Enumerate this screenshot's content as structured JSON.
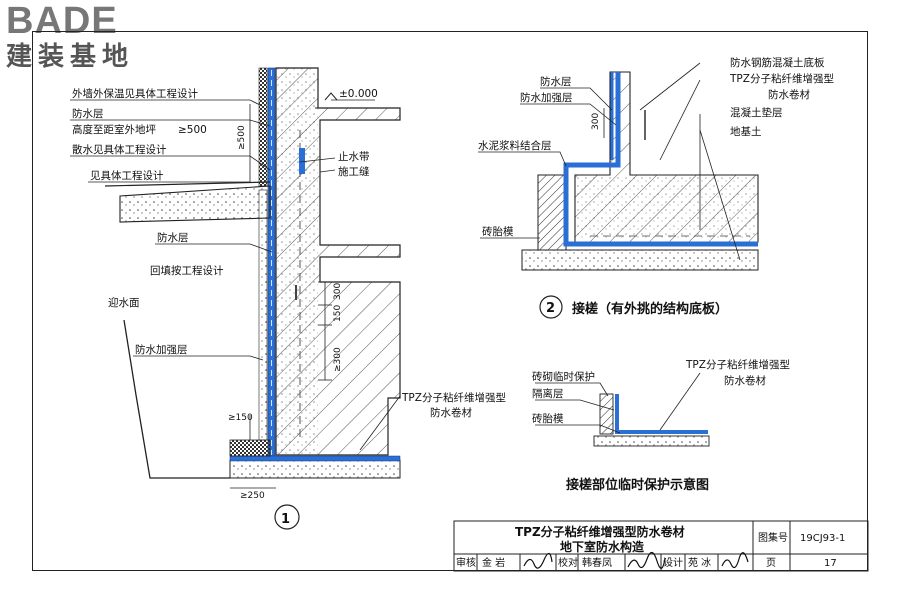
{
  "logo": {
    "brand": "BADE",
    "brand_cn": "建装基地"
  },
  "detail1": {
    "labels": {
      "exterior_insulation": "外墙外保温见具体工程设计",
      "waterproof_layer": "防水层",
      "height_note": "高度至距室外地坪",
      "gte_500": "≥500",
      "apron": "散水见具体工程设计",
      "specific_design": "见具体工程设计",
      "waterproof_layer2": "防水层",
      "backfill": "回填按工程设计",
      "water_face": "迎水面",
      "reinforced_layer": "防水加强层",
      "membrane_line1": "TPZ分子粘纤维增强型",
      "membrane_line2": "防水卷材",
      "waterstop": "止水带",
      "construction_joint": "施工缝",
      "elevation": "±0.000"
    },
    "dims": {
      "d500": "≥500",
      "d300a": "300",
      "d150": "150",
      "d300b": "≥300",
      "d150b": "≥150",
      "d250": "≥250"
    },
    "number": "1"
  },
  "detail2": {
    "labels": {
      "waterproof_layer": "防水层",
      "reinforced_layer": "防水加强层",
      "mortar_layer": "水泥浆料结合层",
      "brick_mold": "砖胎模",
      "slab": "防水钢筋混凝土底板",
      "membrane_line1": "TPZ分子粘纤维增强型",
      "membrane_line2": "防水卷材",
      "cushion": "混凝土垫层",
      "subgrade": "地基土"
    },
    "dim": "300",
    "number": "2",
    "caption": "接槎（有外挑的结构底板）"
  },
  "detail3": {
    "labels": {
      "brick_protection": "砖砌临时保护",
      "isolation_layer": "隔离层",
      "brick_mold": "砖胎模",
      "membrane_line1": "TPZ分子粘纤维增强型",
      "membrane_line2": "防水卷材"
    },
    "caption": "接槎部位临时保护示意图"
  },
  "title_block": {
    "title_line1": "TPZ分子粘纤维增强型防水卷材",
    "title_line2": "地下室防水构造",
    "atlas_label": "图集号",
    "atlas_no": "19CJ93-1",
    "review_label": "审核",
    "reviewer": "金 岩",
    "check_label": "校对",
    "checker": "韩春凤",
    "design_label": "设计",
    "designer": "苑 冰",
    "page_label": "页",
    "page_no": "17"
  },
  "colors": {
    "membrane": "#2a6fd6",
    "hatch": "#555555",
    "line": "#222222",
    "logo": "#777777"
  }
}
